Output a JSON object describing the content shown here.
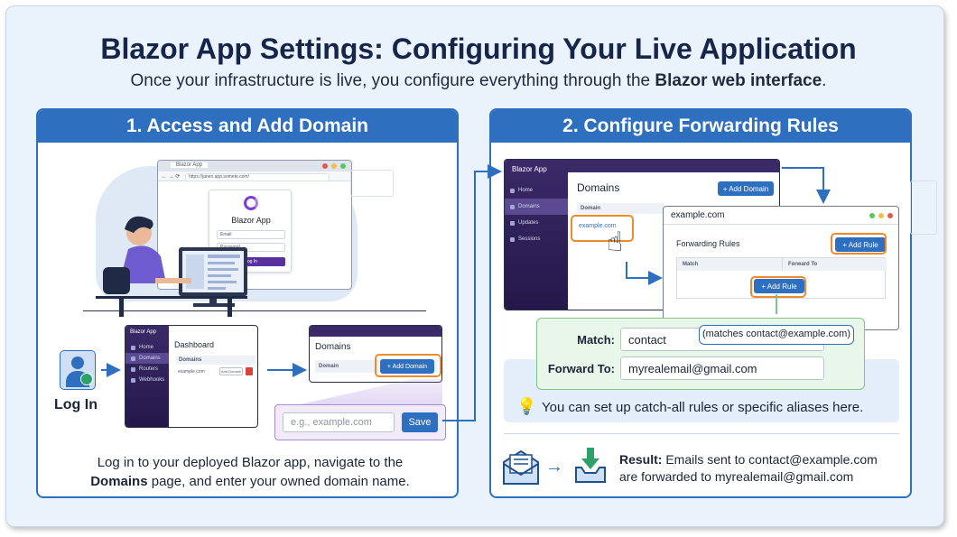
{
  "header": {
    "title": "Blazor App Settings: Configuring Your Live Application",
    "subtitle_pre": "Once your infrastructure is live, you configure everything through the ",
    "subtitle_bold": "Blazor web interface",
    "subtitle_post": "."
  },
  "step1": {
    "heading": "1. Access and Add Domain",
    "login_window": {
      "tab": "Blazor App",
      "url": "https://janen.app.somete.com/",
      "app_name": "Blazor App",
      "email_placeholder": "Email",
      "password_placeholder": "Password",
      "login_button": "Log In"
    },
    "login_label": "Log In",
    "dashboard": {
      "brand": "Blazor App",
      "nav": [
        "Home",
        "Domains",
        "Routers",
        "Webhooks"
      ],
      "title": "Dashboard",
      "section": "Domains",
      "row_domain": "example.com",
      "row_button": "Add Domain"
    },
    "domains_window": {
      "title": "Domains",
      "column": "Domain",
      "add_button": "+ Add Domain"
    },
    "domain_form": {
      "placeholder": "e.g., example.com",
      "save_button": "Save"
    },
    "description_line1": "Log in to your deployed Blazor app, navigate to the",
    "description_bold": "Domains",
    "description_line2": " page, and enter your owned domain name."
  },
  "step2": {
    "heading": "2. Configure Forwarding Rules",
    "app_window": {
      "brand": "Blazor App",
      "nav": [
        "Home",
        "Domains",
        "Updates",
        "Sessions"
      ],
      "title": "Domains",
      "add_button": "+ Add Domain",
      "column": "Domain",
      "domain_link": "example.com"
    },
    "domain_window": {
      "title": "example.com",
      "section": "Forwarding Rules",
      "add_rule_button": "+ Add Rule",
      "col_match": "Match",
      "col_forward": "Forward To",
      "add_rule_button_2": "+ Add Rule"
    },
    "rule_form": {
      "match_label": "Match:",
      "match_value": "contact",
      "match_tooltip": "(matches contact@example.com)",
      "forward_label": "Forward To:",
      "forward_value": "myrealemail@gmail.com"
    },
    "tip": "You can set up catch-all rules or specific aliases here.",
    "result_bold": "Result:",
    "result_line1": " Emails sent to contact@example.com",
    "result_line2": "are forwarded to myrealemail@gmail.com"
  },
  "colors": {
    "panel_blue": "#2f6fbf",
    "highlight_orange": "#ef8a2c",
    "sidebar_purple": "#3a2a68",
    "rule_green": "#7fc58a"
  }
}
